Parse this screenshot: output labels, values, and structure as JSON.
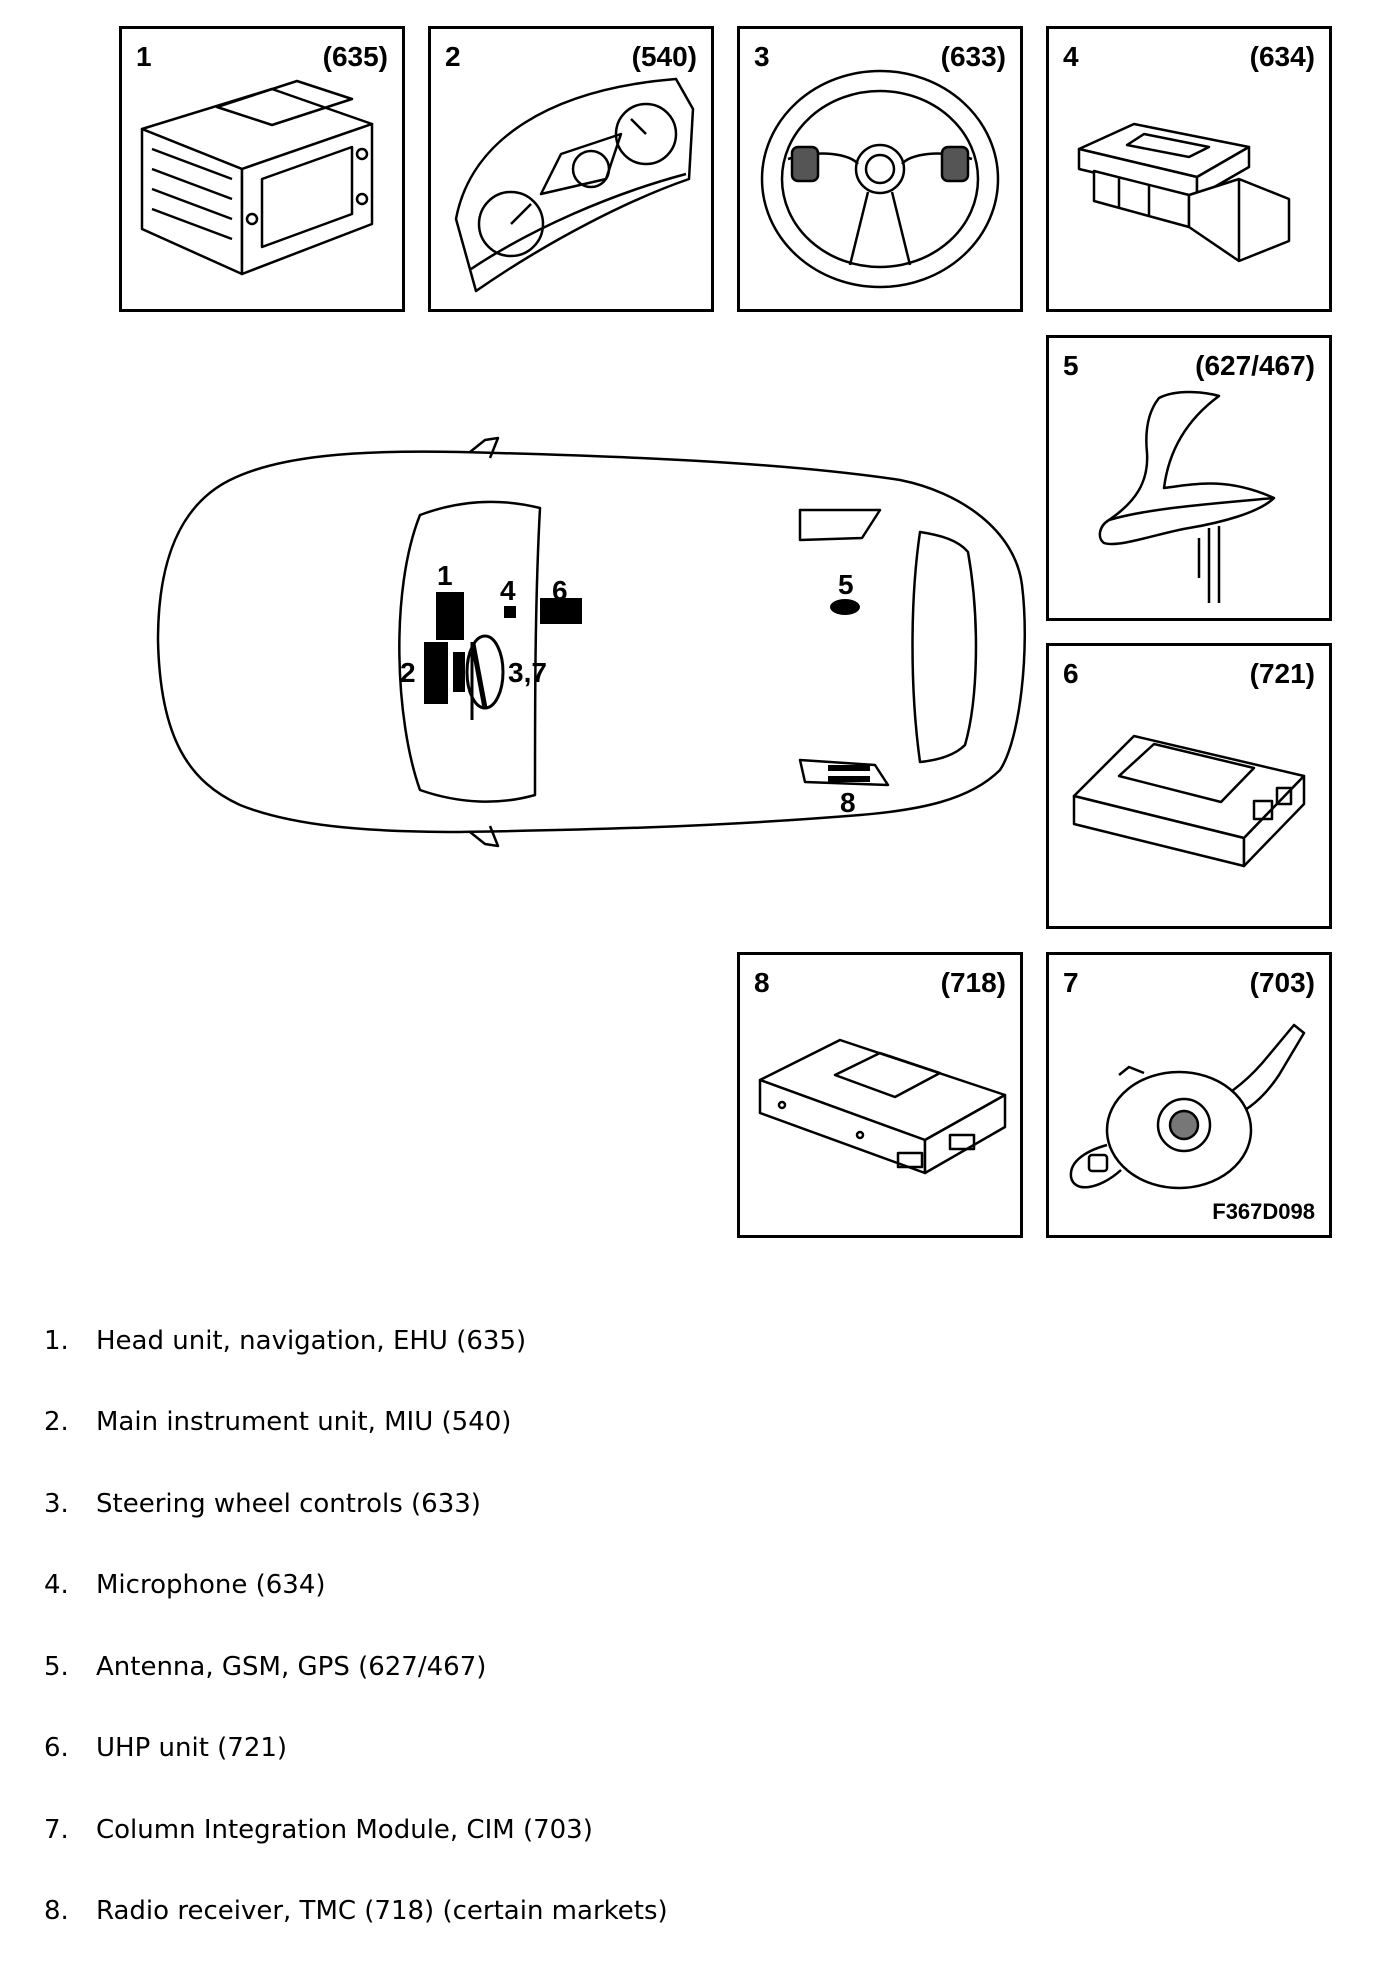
{
  "panels": [
    {
      "number": "1",
      "code": "(635)",
      "icon": "head-unit-icon"
    },
    {
      "number": "2",
      "code": "(540)",
      "icon": "instrument-cluster-icon"
    },
    {
      "number": "3",
      "code": "(633)",
      "icon": "steering-wheel-icon"
    },
    {
      "number": "4",
      "code": "(634)",
      "icon": "microphone-icon"
    },
    {
      "number": "5",
      "code": "(627/467)",
      "icon": "shark-fin-antenna-icon"
    },
    {
      "number": "6",
      "code": "(721)",
      "icon": "uhp-unit-icon"
    },
    {
      "number": "8",
      "code": "(718)",
      "icon": "radio-receiver-icon"
    },
    {
      "number": "7",
      "code": "(703)",
      "icon": "column-module-icon"
    }
  ],
  "figure_code": "F367D098",
  "car_labels": {
    "l1": "1",
    "l2": "2",
    "l37": "3,7",
    "l4": "4",
    "l5": "5",
    "l6": "6",
    "l8": "8"
  },
  "legend": [
    {
      "num": "1.",
      "text": "Head unit, navigation, EHU (635)"
    },
    {
      "num": "2.",
      "text": "Main instrument unit, MIU (540)"
    },
    {
      "num": "3.",
      "text": "Steering wheel controls (633)"
    },
    {
      "num": "4.",
      "text": "Microphone (634)"
    },
    {
      "num": "5.",
      "text": "Antenna, GSM, GPS (627/467)"
    },
    {
      "num": "6.",
      "text": "UHP unit (721)"
    },
    {
      "num": "7.",
      "text": "Column Integration Module, CIM (703)"
    },
    {
      "num": "8.",
      "text": "Radio receiver, TMC (718) (certain markets)"
    }
  ]
}
